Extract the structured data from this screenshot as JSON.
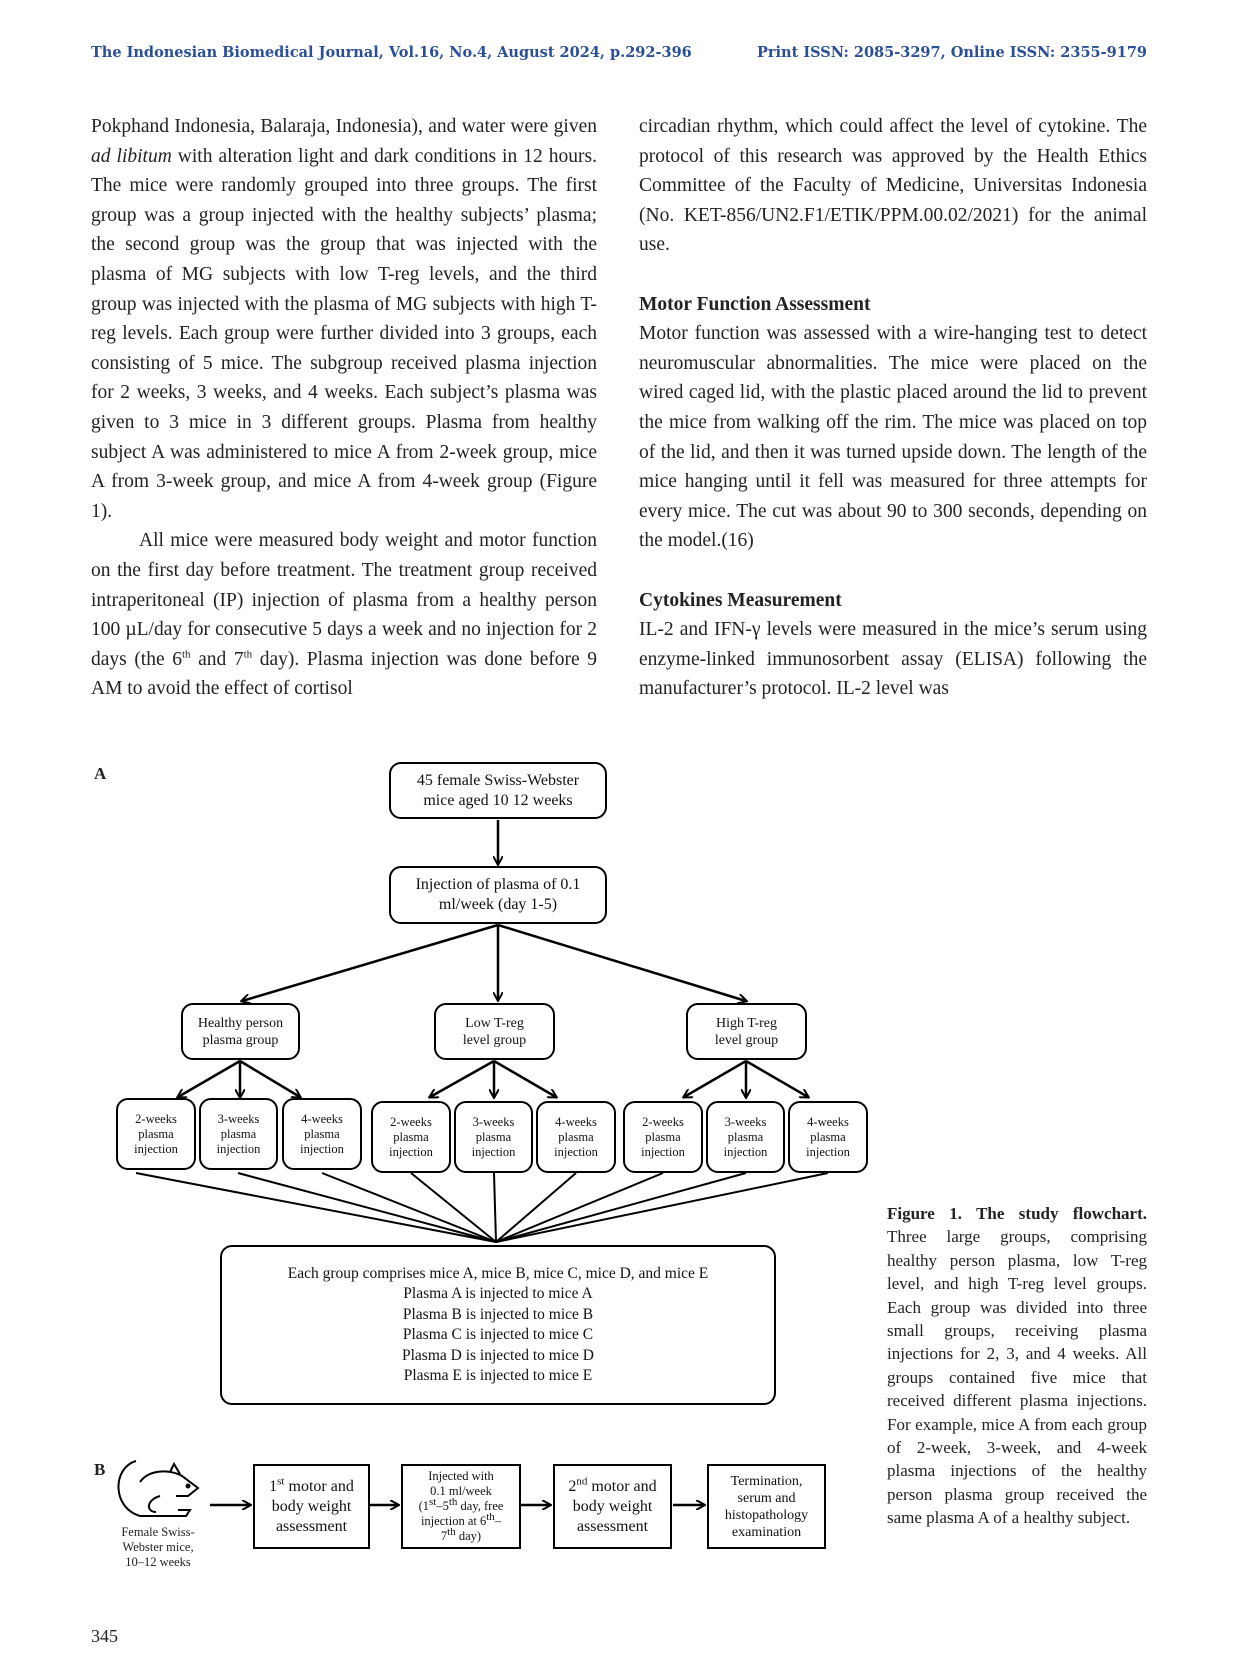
{
  "header": {
    "journal": "The Indonesian Biomedical Journal, Vol.16, No.4, August 2024, p.292-396",
    "issn": "Print ISSN: 2085-3297, Online ISSN: 2355-9179"
  },
  "left": {
    "p1_a": "Pokphand Indonesia, Balaraja, Indonesia), and water were given ",
    "p1_italic": "ad libitum",
    "p1_b": " with alteration light and dark conditions in 12 hours. The mice were randomly grouped into three groups. The first group was a group injected with the healthy subjects’ plasma; the second group was the group that was injected with the plasma of MG subjects with low T-reg levels, and the third group was injected with the plasma of MG subjects with high T-reg levels. Each group were further divided into 3 groups, each consisting of 5 mice. The subgroup received plasma injection for 2 weeks, 3 weeks, and 4 weeks. Each subject’s plasma was given to 3 mice in 3 different groups. Plasma from healthy subject A was administered to mice A from 2-week group, mice A from 3-week group, and mice A from 4-week group (Figure 1).",
    "p2_a": "All mice were measured body weight and motor function on the first day before treatment. The treatment group received intraperitoneal (IP) injection of plasma from a healthy person 100 µL/day for consecutive 5 days a week and no injection for 2 days (the 6",
    "p2_sup1": "th",
    "p2_b": " and 7",
    "p2_sup2": "th",
    "p2_c": " day). Plasma injection was done before 9 AM to avoid the effect of cortisol"
  },
  "right": {
    "p1": "circadian rhythm, which could affect the level of cytokine. The protocol of this research was approved by the Health Ethics Committee of the Faculty of Medicine, Universitas Indonesia (No. KET-856/UN2.F1/ETIK/PPM.00.02/2021) for the animal use.",
    "h1": "Motor Function Assessment",
    "p2": "Motor function was assessed with a wire-hanging test to detect neuromuscular abnormalities. The mice were placed on the wired caged lid, with the plastic placed around the lid to prevent the mice from walking off the rim. The mice was placed on top of the lid, and then it was turned upside down. The length of the mice hanging until it fell was measured for three attempts for every mice. The cut was about 90 to 300 seconds, depending on the model.(16)",
    "h2": "Cytokines Measurement",
    "p3": "IL-2 and IFN-γ levels were measured in the mice’s serum using enzyme-linked immunosorbent assay (ELISA) following the manufacturer’s protocol. IL-2 level was"
  },
  "figure": {
    "label_a": "A",
    "label_b": "B",
    "top_box": [
      "45 female Swiss-Webster",
      "mice aged 10  12 weeks"
    ],
    "injection_box": [
      "Injection of plasma of 0.1",
      "ml/week (day 1-5)"
    ],
    "groups": [
      [
        "Healthy person",
        "plasma group"
      ],
      [
        "Low T-reg",
        "level group"
      ],
      [
        "High T-reg",
        "level group"
      ]
    ],
    "sub": [
      [
        "2-weeks",
        "plasma",
        "injection"
      ],
      [
        "3-weeks",
        "plasma",
        "injection"
      ],
      [
        "4-weeks",
        "plasma",
        "injection"
      ]
    ],
    "bottom_box": [
      "Each group comprises mice A, mice B, mice C, mice D, and mice E",
      "Plasma A is injected to mice A",
      "Plasma B is injected to mice B",
      "Plasma C is injected to mice C",
      "Plasma D is injected to mice D",
      "Plasma E is injected to mice E"
    ],
    "mouse_caption": [
      "Female Swiss-",
      "Webster mice,",
      "10–12 weeks"
    ],
    "b1": {
      "a": "1",
      "sup": "st",
      "b": " motor and",
      "c": "body weight",
      "d": "assessment"
    },
    "b2": {
      "l1": "Injected with",
      "l2": "0.1 ml/week",
      "l3a": "(1",
      "l3sup": "st",
      "l3b": "–5",
      "l3sup2": "th",
      "l3c": " day, free",
      "l4a": "injection at 6",
      "l4sup": "th",
      "l4b": "–",
      "l5a": "7",
      "l5sup": "th",
      "l5b": " day)"
    },
    "b3": {
      "a": "2",
      "sup": "nd",
      "b": " motor and",
      "c": "body weight",
      "d": "assessment"
    },
    "b4": [
      "Termination,",
      "serum and",
      "histopathology",
      "examination"
    ]
  },
  "caption": {
    "bold": "Figure 1. The study flowchart.",
    "text": " Three large groups, comprising healthy person plasma, low T-reg level, and high T-reg level groups. Each group was divided into three small groups, receiving plasma injections for 2, 3, and 4 weeks. All groups contained five mice that received different plasma injections. For example, mice A from each group of 2-week, 3-week, and 4-week plasma injections of the healthy person plasma group received the same plasma A of a healthy subject."
  },
  "page_number": "345"
}
